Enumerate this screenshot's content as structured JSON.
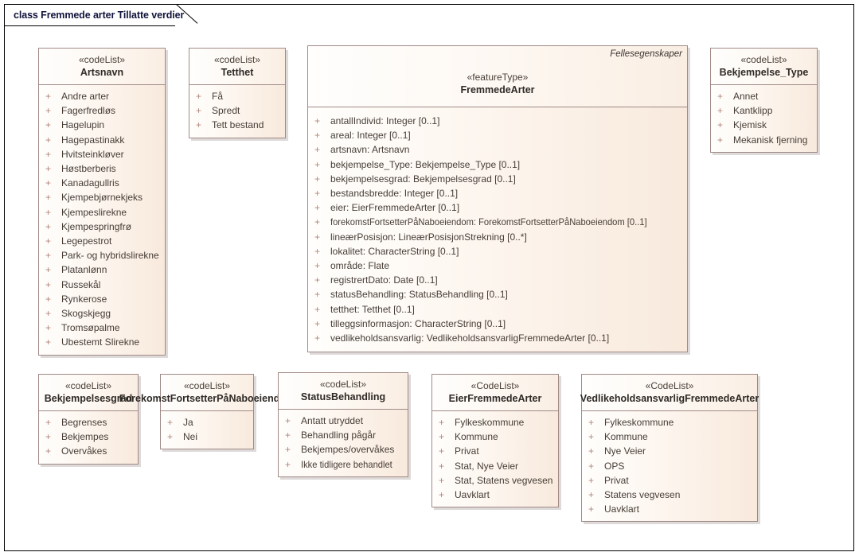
{
  "diagram": {
    "title": "class Fremmede arter Tillatte verdier",
    "accent_border": "#a08a86",
    "text_color": "#463d36",
    "visibility_color": "#b0867a",
    "frame_color": "#000000",
    "title_color": "#11143c"
  },
  "classes": [
    {
      "id": "artsnavn",
      "stereotype": "«codeList»",
      "name": "Artsnavn",
      "corner_note": "",
      "attributes": [
        {
          "visibility": "+",
          "text": "Andre arter"
        },
        {
          "visibility": "+",
          "text": "Fagerfredløs"
        },
        {
          "visibility": "+",
          "text": "Hagelupin"
        },
        {
          "visibility": "+",
          "text": "Hagepastinakk"
        },
        {
          "visibility": "+",
          "text": "Hvitsteinkløver"
        },
        {
          "visibility": "+",
          "text": "Høstberberis"
        },
        {
          "visibility": "+",
          "text": "Kanadagullris"
        },
        {
          "visibility": "+",
          "text": "Kjempebjørnekjeks"
        },
        {
          "visibility": "+",
          "text": "Kjempeslirekne"
        },
        {
          "visibility": "+",
          "text": "Kjempespringfrø"
        },
        {
          "visibility": "+",
          "text": "Legepestrot"
        },
        {
          "visibility": "+",
          "text": "Park- og hybridslirekne"
        },
        {
          "visibility": "+",
          "text": "Platanlønn"
        },
        {
          "visibility": "+",
          "text": "Russekål"
        },
        {
          "visibility": "+",
          "text": "Rynkerose"
        },
        {
          "visibility": "+",
          "text": "Skogskjegg"
        },
        {
          "visibility": "+",
          "text": "Tromsøpalme"
        },
        {
          "visibility": "+",
          "text": "Ubestemt Slirekne"
        }
      ]
    },
    {
      "id": "tetthet",
      "stereotype": "«codeList»",
      "name": "Tetthet",
      "corner_note": "",
      "attributes": [
        {
          "visibility": "+",
          "text": "Få"
        },
        {
          "visibility": "+",
          "text": "Spredt"
        },
        {
          "visibility": "+",
          "text": "Tett bestand"
        }
      ]
    },
    {
      "id": "fremmedearter",
      "stereotype": "«featureType»",
      "name": "FremmedeArter",
      "corner_note": "Fellesegenskaper",
      "attributes": [
        {
          "visibility": "+",
          "text": "antallIndivid: Integer [0..1]"
        },
        {
          "visibility": "+",
          "text": "areal: Integer [0..1]"
        },
        {
          "visibility": "+",
          "text": "artsnavn: Artsnavn"
        },
        {
          "visibility": "+",
          "text": "bekjempelse_Type: Bekjempelse_Type [0..1]"
        },
        {
          "visibility": "+",
          "text": "bekjempelsesgrad: Bekjempelsesgrad [0..1]"
        },
        {
          "visibility": "+",
          "text": "bestandsbredde: Integer [0..1]"
        },
        {
          "visibility": "+",
          "text": "eier: EierFremmedeArter [0..1]"
        },
        {
          "visibility": "+",
          "text": "forekomstFortsetterPåNaboeiendom: ForekomstFortsetterPåNaboeiendom [0..1]",
          "squeeze": true
        },
        {
          "visibility": "+",
          "text": "lineærPosisjon: LineærPosisjonStrekning [0..*]"
        },
        {
          "visibility": "+",
          "text": "lokalitet: CharacterString [0..1]"
        },
        {
          "visibility": "+",
          "text": "område: Flate"
        },
        {
          "visibility": "+",
          "text": "registrertDato: Date [0..1]"
        },
        {
          "visibility": "+",
          "text": "statusBehandling: StatusBehandling [0..1]"
        },
        {
          "visibility": "+",
          "text": "tetthet: Tetthet [0..1]"
        },
        {
          "visibility": "+",
          "text": "tilleggsinformasjon: CharacterString [0..1]"
        },
        {
          "visibility": "+",
          "text": "vedlikeholdsansvarlig: VedlikeholdsansvarligFremmedeArter [0..1]"
        }
      ]
    },
    {
      "id": "bekjempelse_type",
      "stereotype": "«codeList»",
      "name": "Bekjempelse_Type",
      "corner_note": "",
      "attributes": [
        {
          "visibility": "+",
          "text": "Annet"
        },
        {
          "visibility": "+",
          "text": "Kantklipp"
        },
        {
          "visibility": "+",
          "text": "Kjemisk"
        },
        {
          "visibility": "+",
          "text": "Mekanisk fjerning"
        }
      ]
    },
    {
      "id": "bekjempelsesgrad",
      "stereotype": "«codeList»",
      "name": "Bekjempelsesgrad",
      "corner_note": "",
      "attributes": [
        {
          "visibility": "+",
          "text": "Begrenses"
        },
        {
          "visibility": "+",
          "text": "Bekjempes"
        },
        {
          "visibility": "+",
          "text": "Overvåkes"
        }
      ]
    },
    {
      "id": "forekomstfortsetter",
      "stereotype": "«codeList»",
      "name": "ForekomstFortsetterPåNaboeiendom",
      "corner_note": "",
      "attributes": [
        {
          "visibility": "+",
          "text": "Ja"
        },
        {
          "visibility": "+",
          "text": "Nei"
        }
      ]
    },
    {
      "id": "statusbehandling",
      "stereotype": "«codeList»",
      "name": "StatusBehandling",
      "corner_note": "",
      "attributes": [
        {
          "visibility": "+",
          "text": "Antatt utryddet"
        },
        {
          "visibility": "+",
          "text": "Behandling pågår"
        },
        {
          "visibility": "+",
          "text": "Bekjempes/overvåkes"
        },
        {
          "visibility": "+",
          "text": "Ikke tidligere behandlet",
          "squeeze": true
        }
      ]
    },
    {
      "id": "eierfremmedearter",
      "stereotype": "«CodeList»",
      "name": "EierFremmedeArter",
      "corner_note": "",
      "attributes": [
        {
          "visibility": "+",
          "text": "Fylkeskommune"
        },
        {
          "visibility": "+",
          "text": "Kommune"
        },
        {
          "visibility": "+",
          "text": "Privat"
        },
        {
          "visibility": "+",
          "text": "Stat, Nye Veier"
        },
        {
          "visibility": "+",
          "text": "Stat, Statens vegvesen"
        },
        {
          "visibility": "+",
          "text": "Uavklart"
        }
      ]
    },
    {
      "id": "vedlikeholdsansvarlig",
      "stereotype": "«CodeList»",
      "name": "VedlikeholdsansvarligFremmedeArter",
      "corner_note": "",
      "attributes": [
        {
          "visibility": "+",
          "text": "Fylkeskommune"
        },
        {
          "visibility": "+",
          "text": "Kommune"
        },
        {
          "visibility": "+",
          "text": "Nye Veier"
        },
        {
          "visibility": "+",
          "text": "OPS"
        },
        {
          "visibility": "+",
          "text": "Privat"
        },
        {
          "visibility": "+",
          "text": "Statens vegvesen"
        },
        {
          "visibility": "+",
          "text": "Uavklart"
        }
      ]
    }
  ]
}
